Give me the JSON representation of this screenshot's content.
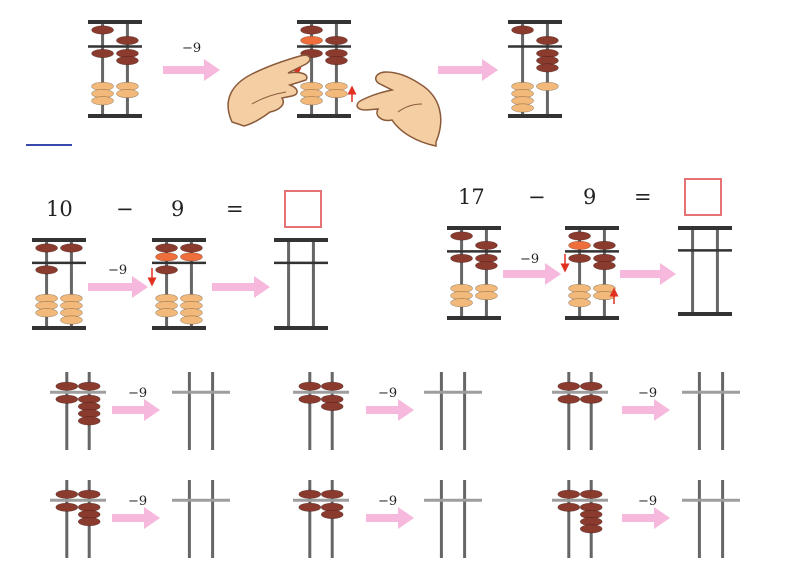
{
  "operation_label": "−9",
  "equations": [
    {
      "a": "10",
      "op": "−",
      "b": "9",
      "eq": "="
    },
    {
      "a": "17",
      "op": "−",
      "b": "9",
      "eq": "="
    }
  ],
  "colors": {
    "frame": "#333333",
    "rod": "#666666",
    "lower_bead": "#f2b97a",
    "upper_bead": "#8b3a2e",
    "active_bead": "#ef6f3c",
    "arrow": "#f6b8dc",
    "move_marker": "#e03020",
    "answer_box": "#e57373"
  },
  "abacus_states": {
    "demo_start": {
      "tens": 1,
      "ones": 7
    },
    "demo_end": {
      "tens": 0,
      "ones": 8
    },
    "problem_10": {
      "tens": 1,
      "ones": 0
    },
    "problem_17": {
      "tens": 1,
      "ones": 7
    },
    "mini": [
      {
        "tens": 1,
        "ones": 4
      },
      {
        "tens": 1,
        "ones": 2
      },
      {
        "tens": 1,
        "ones": 1
      },
      {
        "tens": 1,
        "ones": 3
      },
      {
        "tens": 1,
        "ones": 2
      },
      {
        "tens": 1,
        "ones": 4
      }
    ]
  }
}
